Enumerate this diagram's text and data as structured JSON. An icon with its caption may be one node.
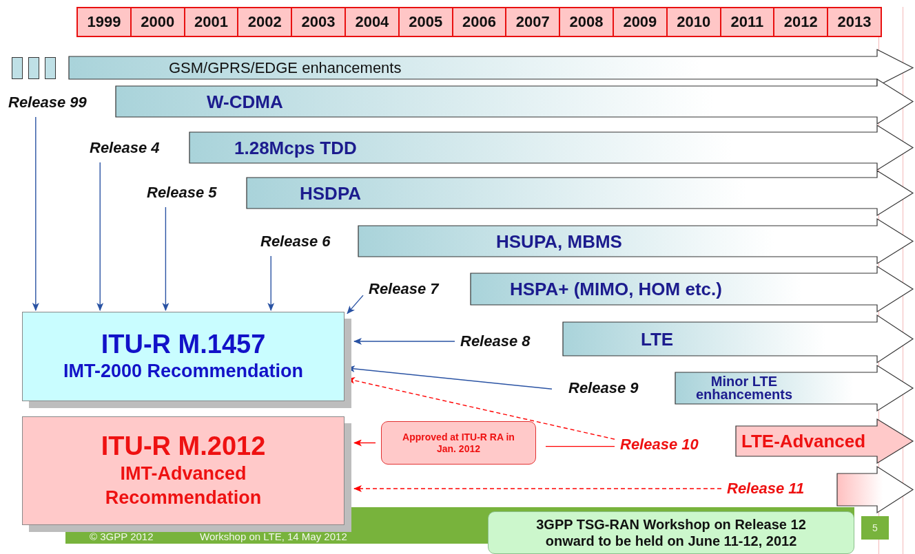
{
  "diagram": {
    "nodes": [
      {
        "text": [
          "GSM/GPRS/EDGE enhancements"
        ]
      },
      {
        "text": [
          "Release 99"
        ]
      },
      {
        "text": [
          "W-CDMA"
        ]
      },
      {
        "text": [
          "Release 4"
        ]
      },
      {
        "text": [
          "1.28Mcps TDD"
        ]
      },
      {
        "text": [
          "Release 5"
        ]
      },
      {
        "text": [
          "HSDPA"
        ]
      },
      {
        "text": [
          "Release 6"
        ]
      },
      {
        "text": [
          "HSUPA, MBMS"
        ]
      },
      {
        "text": [
          "Release 7"
        ]
      },
      {
        "text": [
          "HSPA+ (MIMO, HOM etc.)"
        ]
      },
      {
        "text": [
          "ITU-R M.1457",
          "IMT-2000 Recommendation"
        ]
      },
      {
        "text": [
          "Release 8"
        ]
      },
      {
        "text": [
          "LTE"
        ]
      },
      {
        "text": [
          "Release 9"
        ]
      },
      {
        "text": [
          "Minor LTE enhancements"
        ]
      },
      {
        "text": [
          "ITU-R M.2012",
          "IMT-Advanced Recommendation"
        ]
      },
      {
        "text": [
          "Approved at ITU-R RA in Jan. 2012"
        ]
      },
      {
        "text": [
          "Release 10"
        ]
      },
      {
        "text": [
          "LTE-Advanced"
        ]
      },
      {
        "text": [
          "Release 11"
        ]
      },
      {
        "text": [],
        "shape": "bar"
      },
      {
        "text": [
          "3GPP TSG-RAN Workshop on Release 12 onward to be held on June 11-12, 2012"
        ]
      }
    ],
    "edges": [
      {
        "from": 1,
        "to": 11,
        "arrow": "to"
      },
      {
        "from": 3,
        "to": 11,
        "arrow": "to"
      },
      {
        "from": 5,
        "to": 11,
        "arrow": "to"
      },
      {
        "from": 7,
        "to": 11,
        "arrow": "to"
      },
      {
        "from": 9,
        "to": 11,
        "arrow": "to"
      },
      {
        "from": 12,
        "to": 11,
        "arrow": "to"
      },
      {
        "from": 14,
        "to": 11,
        "arrow": "to"
      },
      {
        "from": 18,
        "to": 11,
        "arrow": "to",
        "style": "dashed",
        "color": "#ff0000"
      },
      {
        "from": 18,
        "to": 17,
        "arrow": "none",
        "color": "#ff0000"
      },
      {
        "from": 17,
        "to": 16,
        "arrow": "to",
        "color": "#ff0000"
      },
      {
        "from": 20,
        "to": 16,
        "arrow": "to",
        "style": "dashed",
        "color": "#ff0000"
      }
    ],
    "labels": [
      "1999",
      "2000",
      "2001",
      "2002",
      "2003",
      "2004",
      "2005",
      "2006",
      "2007",
      "2008",
      "2009",
      "2010",
      "2011",
      "2012",
      "2013",
      "© 3GPP 2012",
      "Workshop on LTE, 14 May 2012",
      "5"
    ]
  }
}
